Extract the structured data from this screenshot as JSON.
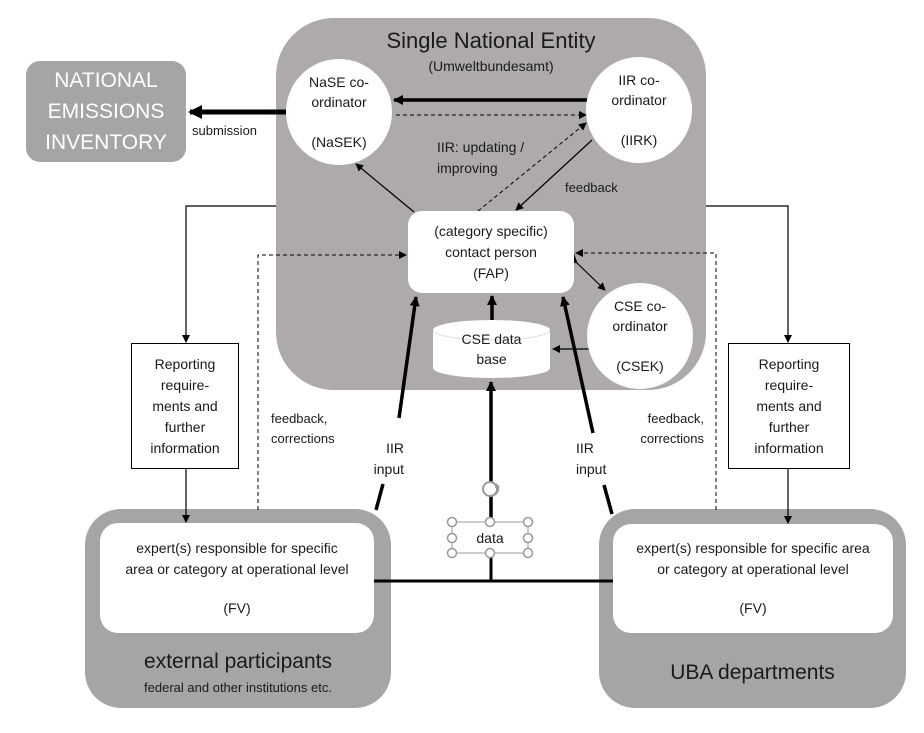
{
  "single_national_entity": {
    "title": "Single National Entity",
    "subtitle": "(Umweltbundesamt)"
  },
  "national_emissions_inventory": {
    "lines": [
      "NATIONAL",
      "EMISSIONS",
      "INVENTORY"
    ]
  },
  "nase_coordinator": {
    "line1": "NaSE co-",
    "line2": "ordinator",
    "abbr": "(NaSEK)"
  },
  "iir_coordinator": {
    "line1": "IIR co-",
    "line2": "ordinator",
    "abbr": "(IIRK)"
  },
  "cse_coordinator": {
    "line1": "CSE co-",
    "line2": "ordinator",
    "abbr": "(CSEK)"
  },
  "contact_person": {
    "line1": "(category specific)",
    "line2": "contact person",
    "abbr": "(FAP)"
  },
  "cse_database": {
    "line1": "CSE data",
    "line2": "base"
  },
  "reporting_requirements": {
    "lines": [
      "Reporting",
      "require-",
      "ments and",
      "further",
      "information"
    ]
  },
  "external_participants": {
    "expert_line1": "expert(s) responsible for specific",
    "expert_line2": "area or category at operational level",
    "expert_abbr": "(FV)",
    "title": "external participants",
    "subtitle": "federal and other institutions etc."
  },
  "uba_departments": {
    "expert_line1": "expert(s) responsible for specific area",
    "expert_line2": "or category at operational level",
    "expert_abbr": "(FV)",
    "title": "UBA departments"
  },
  "labels": {
    "submission": "submission",
    "iir_updating_line1": "IIR: updating /",
    "iir_updating_line2": "improving",
    "feedback": "feedback",
    "feedback_corrections_line1": "feedback,",
    "feedback_corrections_line2": "corrections",
    "iir_input_line1": "IIR",
    "iir_input_line2": "input",
    "data": "data"
  },
  "colors": {
    "sne_background": "#aeaaaa",
    "group_background": "#a5a5a5",
    "box_fill": "#ffffff",
    "line": "#000000"
  }
}
